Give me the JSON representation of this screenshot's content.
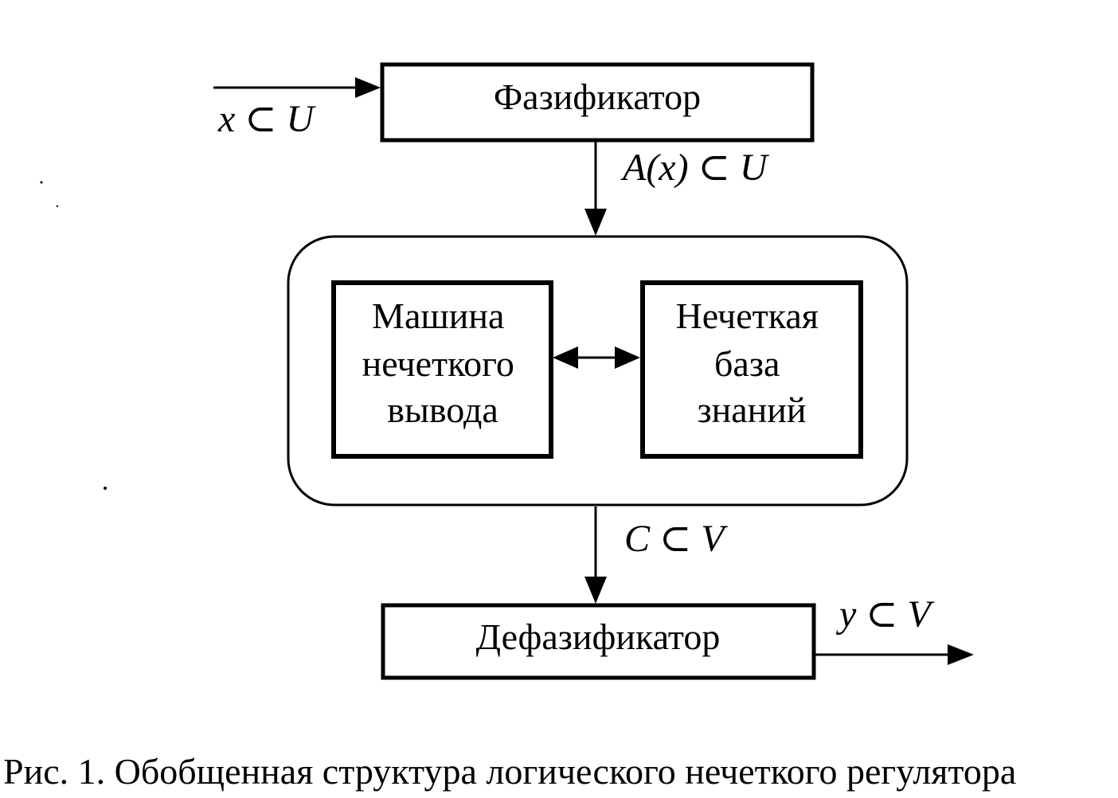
{
  "blocks": {
    "fuzzifier": "Фазификатор",
    "inference_engine": [
      "Машина",
      "нечеткого",
      "вывода"
    ],
    "knowledge_base": [
      "Нечеткая",
      "база",
      "знаний"
    ],
    "defuzzifier": "Дефазификатор"
  },
  "signals": {
    "input": "x ⊂ U",
    "fuzzified": "A(x) ⊂ U",
    "inferred": "C ⊂ V",
    "output": "y ⊂ V"
  },
  "caption": "Рис. 1. Обобщенная структура логического нечеткого регулятора"
}
